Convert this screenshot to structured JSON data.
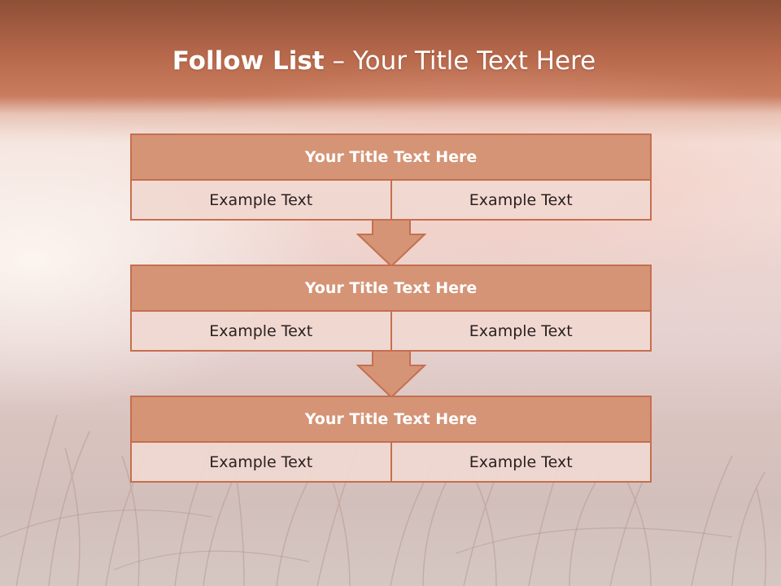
{
  "slide": {
    "title_bold": "Follow List",
    "title_rest": " – Your Title Text Here"
  },
  "blocks": [
    {
      "title": "Your Title Text Here",
      "cells": [
        "Example Text",
        "Example Text"
      ]
    },
    {
      "title": "Your Title Text Here",
      "cells": [
        "Example Text",
        "Example Text"
      ]
    },
    {
      "title": "Your Title Text Here",
      "cells": [
        "Example Text",
        "Example Text"
      ]
    }
  ],
  "colors": {
    "header_fill": "#d59476",
    "border": "#c56f4f",
    "cell_fill": "#f0d8d1",
    "arrow_fill": "#d59476"
  }
}
